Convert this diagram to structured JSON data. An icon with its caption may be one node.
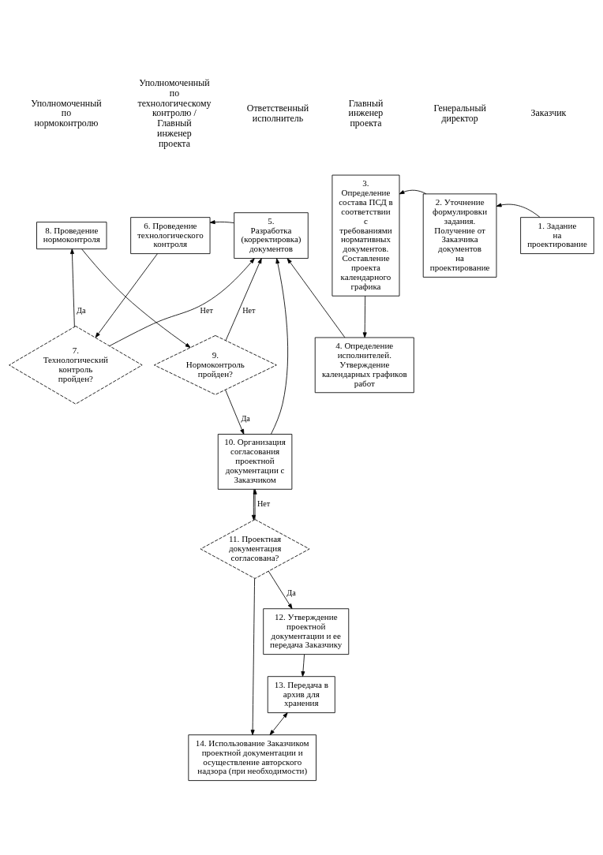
{
  "diagram": {
    "nodes": [
      {
        "text": [
          "1. Задание на проектирование"
        ]
      },
      {
        "text": [
          "2. Уточнение формулировки задания. Получение от Заказчика документов на проектирование"
        ]
      },
      {
        "text": [
          "3. Определение состава ПСД в соответствии с требованиями нормативных документов. Составление проекта календарного графика"
        ]
      },
      {
        "text": [
          "4. Определение исполнителей. Утверждение календарных графиков работ"
        ]
      },
      {
        "text": [
          "5. Разработка (корректировка) документов"
        ]
      },
      {
        "text": [
          "6. Проведение технологического контроля"
        ]
      },
      {
        "text": [
          "7. Технологический контроль пройден?"
        ]
      },
      {
        "text": [
          "8. Проведение нормоконтроля"
        ]
      },
      {
        "text": [
          "9. Нормоконтроль пройден?"
        ]
      },
      {
        "text": [
          "10. Организация согласования проектной документации с Заказчиком"
        ]
      },
      {
        "text": [
          "11. Проектная документация согласована?"
        ]
      },
      {
        "text": [
          "12. Утверждение проектной документации и ее передача Заказчику"
        ]
      },
      {
        "text": [
          "13. Передача в архив для хранения"
        ]
      },
      {
        "text": [
          "14. Использование Заказчиком проектной документации и осуществление авторского надзора (при необходимости)"
        ]
      }
    ],
    "edges": [
      {
        "from": 0,
        "to": 1,
        "arrow": "to"
      },
      {
        "from": 1,
        "to": 2,
        "arrow": "to"
      },
      {
        "from": 2,
        "to": 3,
        "arrow": "to"
      },
      {
        "from": 3,
        "to": 4,
        "arrow": "to"
      },
      {
        "from": 4,
        "to": 5,
        "arrow": "to"
      },
      {
        "from": 5,
        "to": 6,
        "arrow": "to"
      },
      {
        "from": 6,
        "to": 4,
        "arrow": "to",
        "label": "Нет"
      },
      {
        "from": 6,
        "to": 7,
        "arrow": "to",
        "label": "Да"
      },
      {
        "from": 7,
        "to": 8,
        "arrow": "to"
      },
      {
        "from": 8,
        "to": 4,
        "arrow": "to",
        "label": "Нет"
      },
      {
        "from": 8,
        "to": 9,
        "arrow": "to",
        "label": "Да"
      },
      {
        "from": 9,
        "to": 4,
        "arrow": "to"
      },
      {
        "from": 9,
        "to": 10,
        "arrow": "to"
      },
      {
        "from": 10,
        "to": 9,
        "arrow": "to",
        "label": "Нет"
      },
      {
        "from": 10,
        "to": 11,
        "arrow": "to",
        "label": "Да"
      },
      {
        "from": 10,
        "to": 13,
        "arrow": "to"
      },
      {
        "from": 11,
        "to": 12,
        "arrow": "to"
      },
      {
        "from": 12,
        "to": 13,
        "arrow": "both"
      }
    ],
    "labels": [
      "Уполномоченный по нормоконтролю",
      "Уполномоченный по технологическому контролю / Главный инженер проекта",
      "Ответственный исполнитель",
      "Главный инженер проекта",
      "Генеральный директор",
      "Заказчик"
    ]
  }
}
